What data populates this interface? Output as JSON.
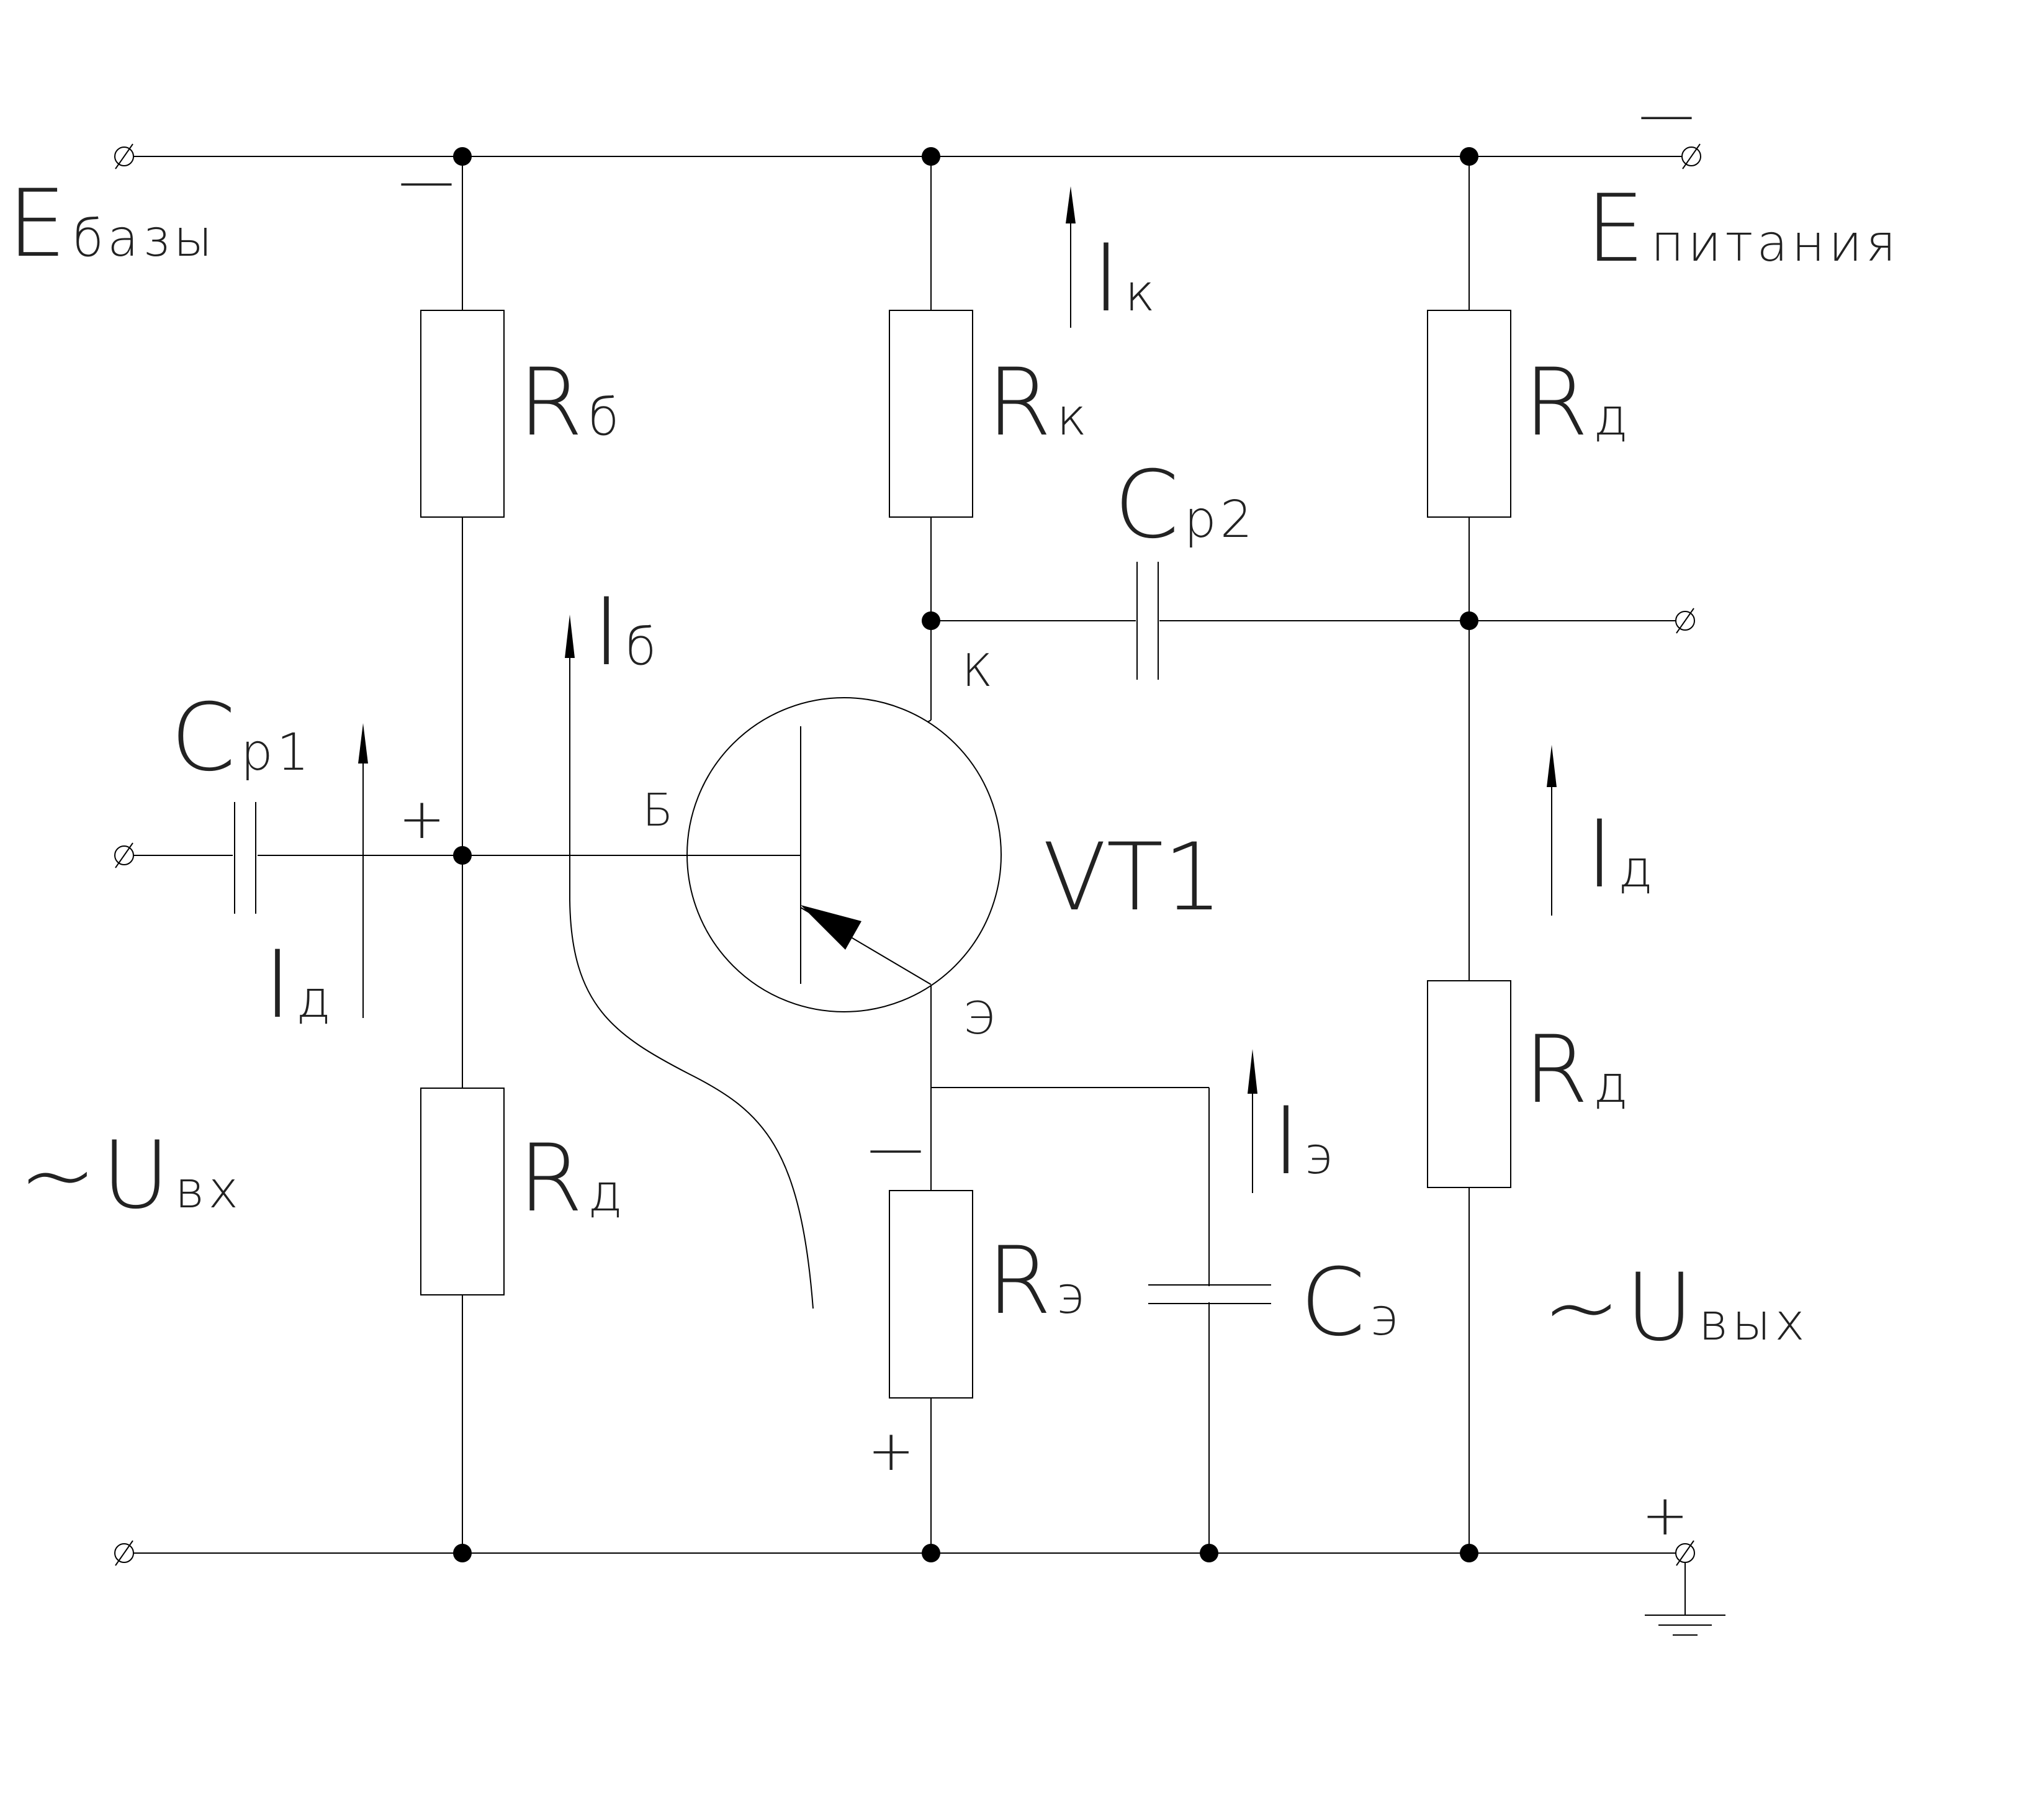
{
  "labels": {
    "e_base": {
      "main": "E",
      "sub": "базы"
    },
    "e_supply": {
      "main": "E",
      "sub": "питания"
    },
    "r_b": {
      "main": "R",
      "sub": "б"
    },
    "r_k": {
      "main": "R",
      "sub": "к"
    },
    "r_d_left": {
      "main": "R",
      "sub": "д"
    },
    "r_d_right_top": {
      "main": "R",
      "sub": "д"
    },
    "r_d_right_bottom": {
      "main": "R",
      "sub": "д"
    },
    "r_e": {
      "main": "R",
      "sub": "э"
    },
    "c_p1": {
      "main": "C",
      "sub": "р1"
    },
    "c_p2": {
      "main": "C",
      "sub": "р2"
    },
    "c_e": {
      "main": "C",
      "sub": "э"
    },
    "i_k": {
      "main": "I",
      "sub": "к"
    },
    "i_b": {
      "main": "I",
      "sub": "б"
    },
    "i_d_left": {
      "main": "I",
      "sub": "д"
    },
    "i_d_right": {
      "main": "I",
      "sub": "д"
    },
    "i_e": {
      "main": "I",
      "sub": "э"
    },
    "u_in": {
      "tilde": "~",
      "main": "U",
      "sub": "вх"
    },
    "u_out": {
      "tilde": "~",
      "main": "U",
      "sub": "вых"
    },
    "transistor": "VT1",
    "pin_base": "Б",
    "pin_collector": "К",
    "pin_emitter": "Э",
    "minus": "—",
    "plus": "+"
  },
  "colors": {
    "line": "#000000",
    "text": "#222222",
    "background": "#ffffff"
  }
}
